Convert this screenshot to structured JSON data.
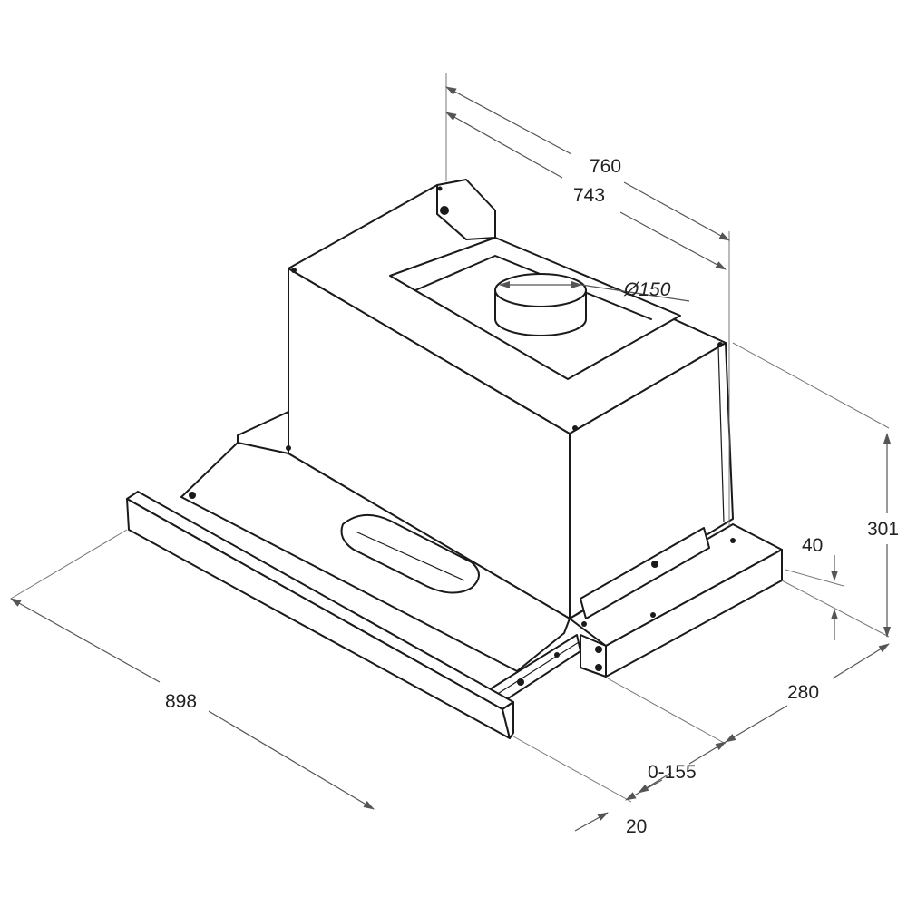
{
  "dimensions": {
    "overall_width": "760",
    "body_width": "743",
    "duct_diameter": "Ø150",
    "visor_width": "898",
    "height": "301",
    "lower_height": "40",
    "depth": "280",
    "extension": "0-155",
    "visor_thickness": "20"
  }
}
